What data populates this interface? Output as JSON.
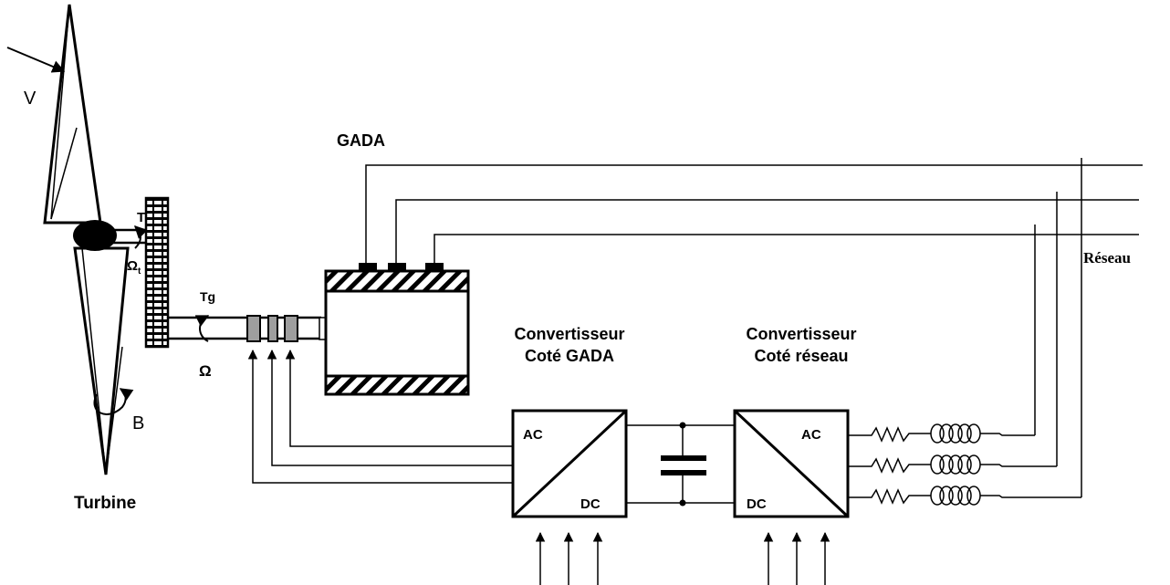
{
  "labels": {
    "wind": "V",
    "gada": "GADA",
    "torque_turbine": "T",
    "omega_turbine_symbol": "Ω",
    "omega_turbine_sub": "t",
    "torque_generator": "Tg",
    "omega_generator": "Ω",
    "blade_pitch": "B",
    "turbine": "Turbine",
    "grid": "Réseau",
    "conv_gada_line1": "Convertisseur",
    "conv_gada_line2": "Coté GADA",
    "conv_grid_line1": "Convertisseur",
    "conv_grid_line2": "Coté réseau",
    "conv_gada_ac": "AC",
    "conv_gada_dc": "DC",
    "conv_grid_ac": "AC",
    "conv_grid_dc": "DC"
  },
  "colors": {
    "stroke": "#000000",
    "slip_ring": "#9e9e9e"
  }
}
